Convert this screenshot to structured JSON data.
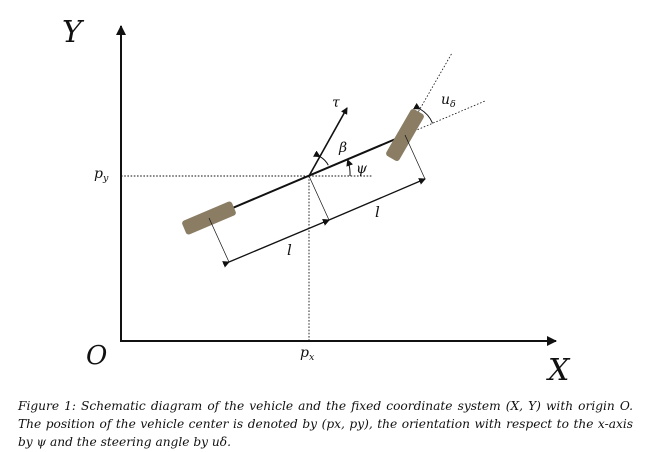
{
  "diagram": {
    "axis_y_label": "Y",
    "axis_x_label": "X",
    "origin_label": "O",
    "py_label": "p",
    "py_sub": "y",
    "px_label": "p",
    "px_sub": "x",
    "tau_label": "τ",
    "beta_label": "β",
    "psi_label": "ψ",
    "u_label": "u",
    "u_sub": "δ",
    "l_lower_label": "l",
    "l_upper_label": "l",
    "colors": {
      "wheel": "#8a7d64",
      "line": "#111111"
    }
  },
  "caption": "Figure 1: Schematic diagram of the vehicle and the fixed coordinate system (X, Y) with origin O. The position of the vehicle center is denoted by (px, py), the orientation with respect to the x-axis by ψ and the steering angle by uδ."
}
